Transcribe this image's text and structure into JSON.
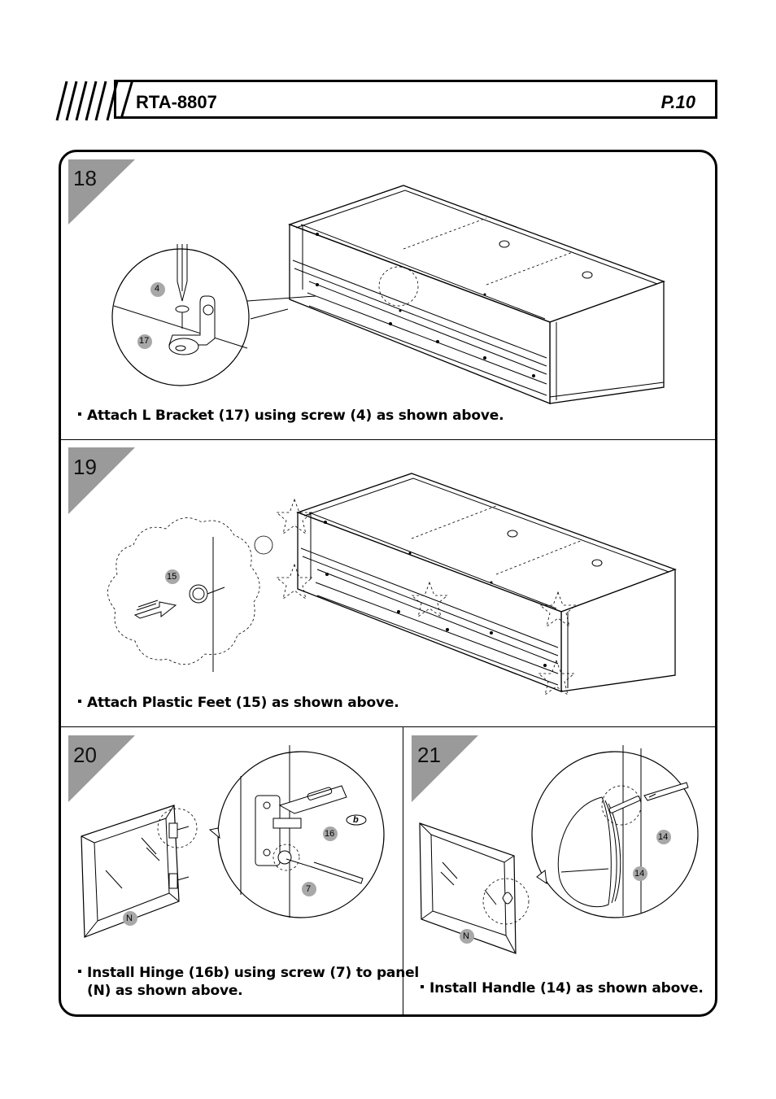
{
  "header": {
    "model": "RTA-8807",
    "page": "P.10"
  },
  "steps": [
    {
      "number": "18",
      "caption": "Attach L Bracket (17) using screw (4) as shown above.",
      "part_labels": [
        "4",
        "17"
      ]
    },
    {
      "number": "19",
      "caption": "Attach Plastic Feet (15) as shown above.",
      "part_labels": [
        "15"
      ]
    },
    {
      "number": "20",
      "caption_line1": "Install Hinge (16b) using screw (7) to panel",
      "caption_line2": "(N) as shown above.",
      "part_labels": [
        "16",
        "b",
        "7",
        "N"
      ]
    },
    {
      "number": "21",
      "caption": "Install Handle (14) as shown above.",
      "part_labels": [
        "14",
        "14",
        "N"
      ]
    }
  ],
  "colors": {
    "step_marker": "#9a9a9a",
    "part_badge": "#a8a8a8",
    "line": "#000000"
  }
}
